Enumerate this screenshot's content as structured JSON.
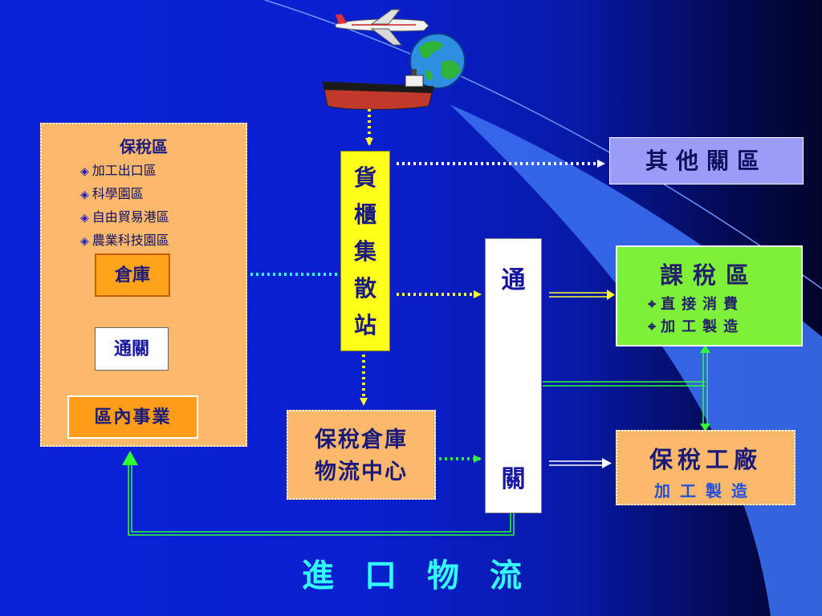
{
  "bonded_zone": {
    "title": "保稅區",
    "items": [
      {
        "icon": "diamond-bullet-icon",
        "label": "加工出口區"
      },
      {
        "icon": "diamond-bullet-icon",
        "label": "科學園區"
      },
      {
        "icon": "diamond-bullet-icon",
        "label": "自由貿易港區"
      },
      {
        "icon": "diamond-bullet-icon",
        "label": "農業科技園區"
      }
    ],
    "warehouse": "倉庫",
    "customs": "通關",
    "business": "區內事業"
  },
  "freight_station": {
    "chars": [
      "貨",
      "櫃",
      "集",
      "散",
      "站"
    ]
  },
  "bonded_warehouse": {
    "line1": "保稅倉庫",
    "line2": "物流中心"
  },
  "customs_clearance": {
    "top": "通",
    "bottom": "關"
  },
  "other_customs_area": "其他關區",
  "taxable_area": {
    "title": "課稅區",
    "items": [
      {
        "icon": "crosshair-bullet-icon",
        "label": "直接消費"
      },
      {
        "icon": "crosshair-bullet-icon",
        "label": "加工製造"
      }
    ]
  },
  "bonded_factory": {
    "title": "保稅工廠",
    "subtitle": "加工製造"
  },
  "footer_title": "進口物流",
  "colors": {
    "background": "#0b22d8",
    "orange_box": "#fdb96b",
    "yellow_box": "#ffff1a",
    "green_box": "#7ff03a",
    "lavender_box": "#9c9cf8",
    "cyan_text": "#33ffff",
    "green_line": "#30ff30"
  }
}
